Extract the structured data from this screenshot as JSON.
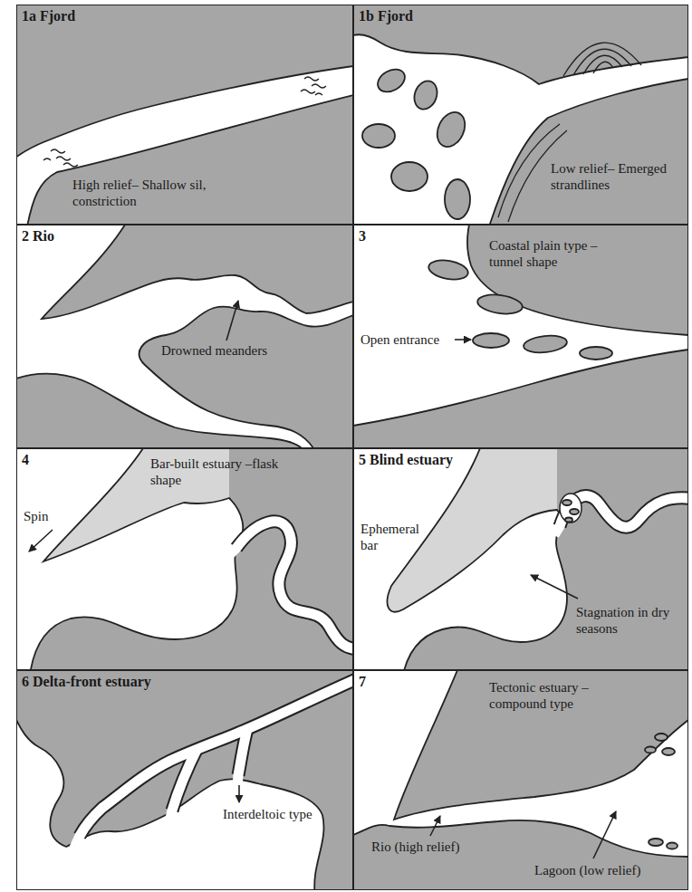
{
  "diagram": {
    "nodes": [
      {
        "text": [
          "1a Fjord",
          "High relief– Shallow sil, constriction"
        ]
      },
      {
        "text": [
          "1b Fjord",
          "Low relief– Emerged strandlines"
        ]
      },
      {
        "text": [
          "2 Rio",
          "Drowned meanders"
        ]
      },
      {
        "text": [
          "3",
          "Coastal plain type –tunnel shape",
          "Open entrance"
        ]
      },
      {
        "text": [
          "4",
          "Bar-built estuary –flask shape",
          "Spin"
        ]
      },
      {
        "text": [
          "5 Blind estuary",
          "Ephemeral bar",
          "Stagnation in dry seasons"
        ]
      },
      {
        "text": [
          "6 Delta-front estuary",
          "Interdeltoic type"
        ]
      },
      {
        "text": [
          "7",
          "Tectonic estuary – compound type",
          "Rio (high relief)",
          "Lagoon (low relief)"
        ]
      }
    ]
  }
}
